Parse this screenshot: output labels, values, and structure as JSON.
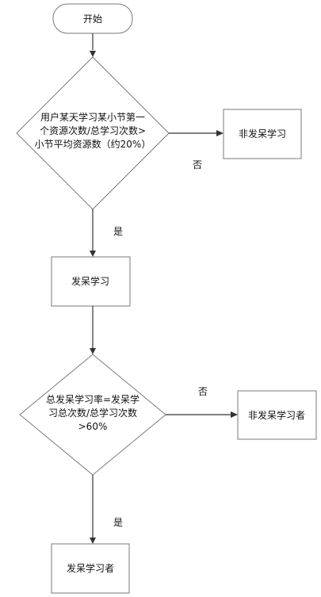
{
  "flowchart": {
    "start": {
      "label": "开始"
    },
    "decision1": {
      "lines": [
        "用户某天学习某小节第一",
        "个资源次数/总学习次数>",
        "小节平均资源数（约20%）"
      ]
    },
    "no_branch1": {
      "box_label": "非发呆学习",
      "edge_label": "否"
    },
    "yes_label1": "是",
    "process1": {
      "label": "发呆学习"
    },
    "decision2": {
      "lines": [
        "总发呆学习率=发呆学",
        "习总次数/总学习次数",
        ">60%"
      ]
    },
    "no_branch2": {
      "box_label": "非发呆学习者",
      "edge_label": "否"
    },
    "yes_label2": "是",
    "end": {
      "label": "发呆学习者"
    }
  },
  "colors": {
    "shape_stroke": "#7a7a7a",
    "edge": "#333333",
    "text": "#111111",
    "background": "#ffffff"
  }
}
